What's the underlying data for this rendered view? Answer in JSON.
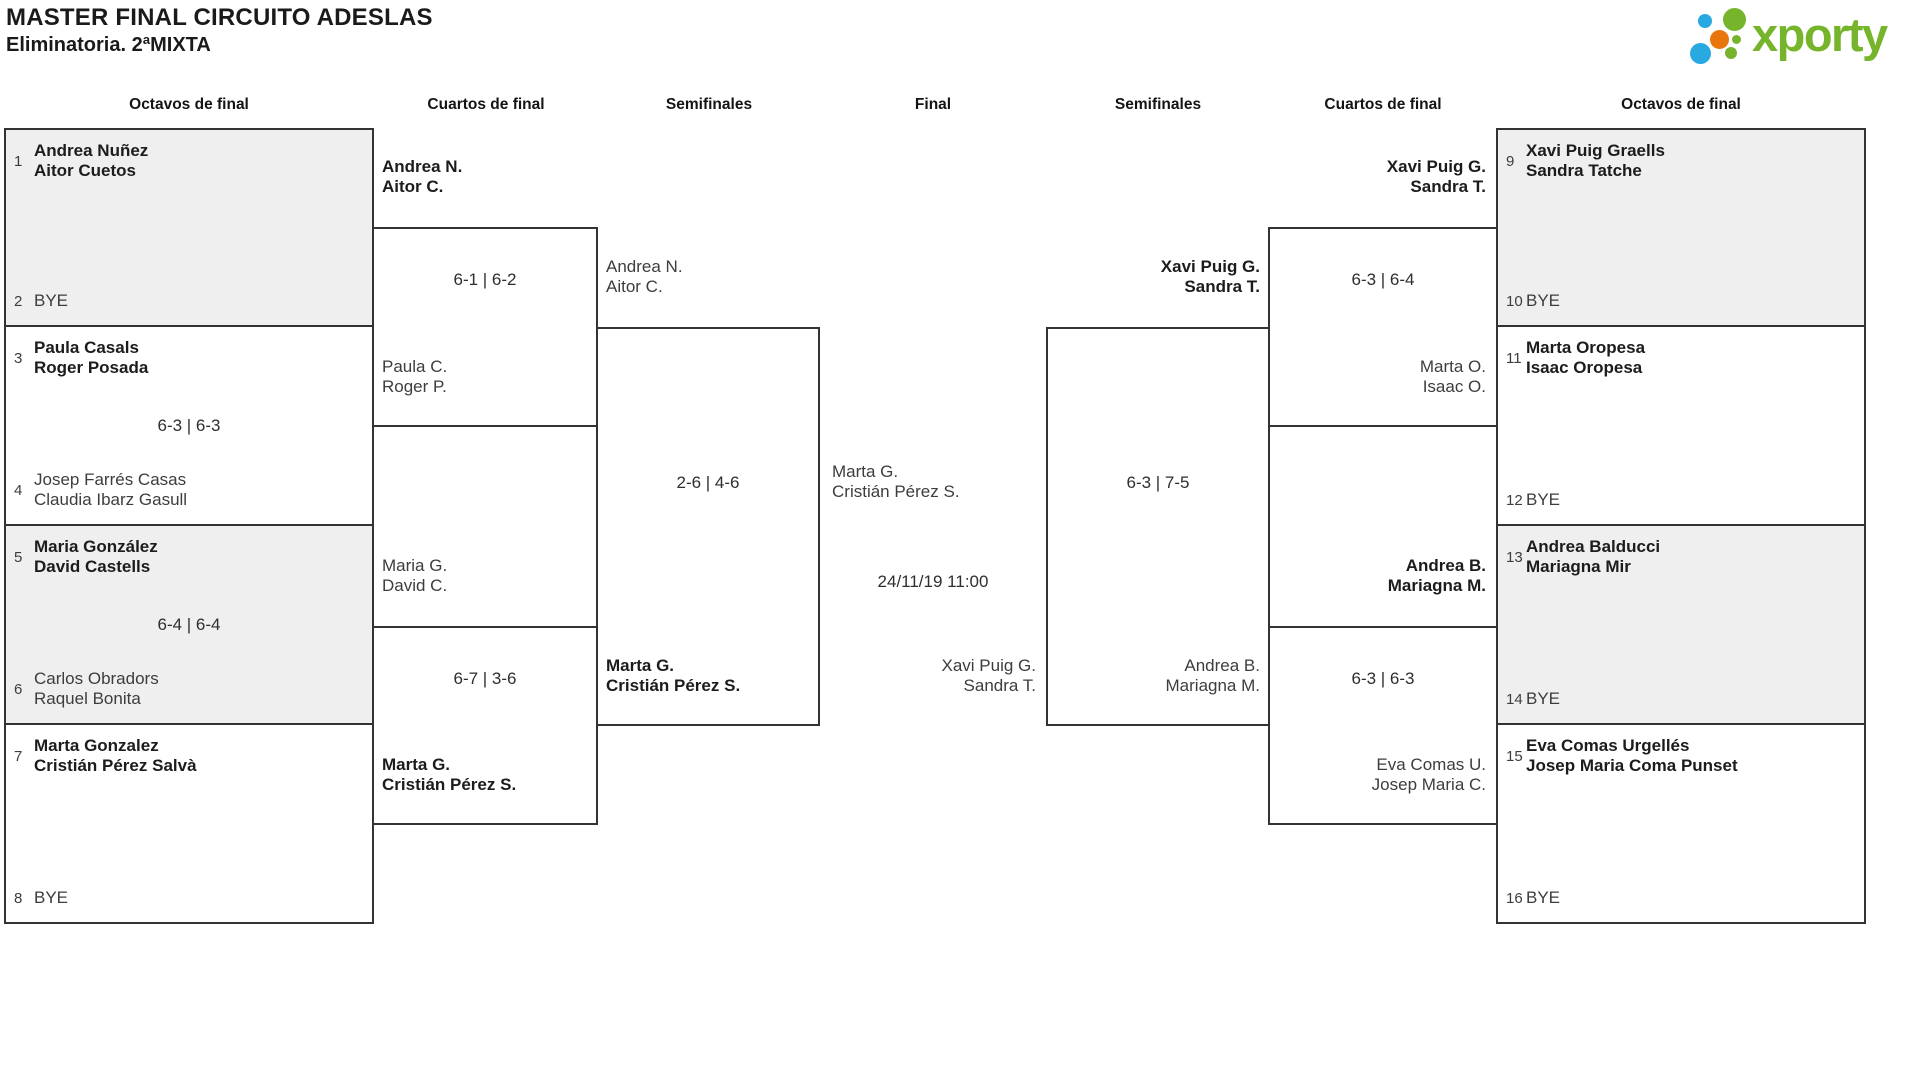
{
  "page": {
    "title": "MASTER FINAL CIRCUITO ADESLAS",
    "subtitle": "Eliminatoria. 2ªMIXTA"
  },
  "logo": {
    "text": "xporty"
  },
  "colors": {
    "accent_green": "#76b52b",
    "accent_blue": "#29a9e2",
    "accent_orange": "#e8760d",
    "box_gray": "#efefef",
    "border": "#333333"
  },
  "round_headers": {
    "octavos_left": "Octavos de final",
    "cuartos_left": "Cuartos de final",
    "semis_left": "Semifinales",
    "final": "Final",
    "semis_right": "Semifinales",
    "cuartos_right": "Cuartos de final",
    "octavos_right": "Octavos de final"
  },
  "octavos_left": [
    {
      "score": "",
      "top": {
        "seed": "1",
        "name1": "Andrea Nuñez",
        "name2": "Aitor Cuetos"
      },
      "bottom": {
        "seed": "2",
        "name1": "BYE",
        "name2": ""
      }
    },
    {
      "score": "6-3 | 6-3",
      "top": {
        "seed": "3",
        "name1": "Paula Casals",
        "name2": "Roger Posada"
      },
      "bottom": {
        "seed": "4",
        "name1": "Josep Farrés Casas",
        "name2": "Claudia Ibarz Gasull"
      }
    },
    {
      "score": "6-4 | 6-4",
      "top": {
        "seed": "5",
        "name1": "Maria González",
        "name2": "David Castells"
      },
      "bottom": {
        "seed": "6",
        "name1": "Carlos Obradors",
        "name2": "Raquel Bonita"
      }
    },
    {
      "score": "",
      "top": {
        "seed": "7",
        "name1": "Marta Gonzalez",
        "name2": "Cristián Pérez Salvà"
      },
      "bottom": {
        "seed": "8",
        "name1": "BYE",
        "name2": ""
      }
    }
  ],
  "octavos_right": [
    {
      "score": "",
      "top": {
        "seed": "9",
        "name1": "Xavi Puig Graells",
        "name2": "Sandra Tatche"
      },
      "bottom": {
        "seed": "10",
        "name1": "BYE",
        "name2": ""
      }
    },
    {
      "score": "",
      "top": {
        "seed": "11",
        "name1": "Marta Oropesa",
        "name2": "Isaac Oropesa"
      },
      "bottom": {
        "seed": "12",
        "name1": "BYE",
        "name2": ""
      }
    },
    {
      "score": "",
      "top": {
        "seed": "13",
        "name1": "Andrea Balducci",
        "name2": "Mariagna Mir"
      },
      "bottom": {
        "seed": "14",
        "name1": "BYE",
        "name2": ""
      }
    },
    {
      "score": "",
      "top": {
        "seed": "15",
        "name1": "Eva Comas Urgellés",
        "name2": "Josep Maria Coma Punset"
      },
      "bottom": {
        "seed": "16",
        "name1": "BYE",
        "name2": ""
      }
    }
  ],
  "cuartos_left": [
    {
      "score": "6-1 | 6-2",
      "top": {
        "name1": "Andrea N.",
        "name2": "Aitor C."
      },
      "bottom": {
        "name1": "Paula C.",
        "name2": "Roger P."
      }
    },
    {
      "score": "6-7 | 3-6",
      "top": {
        "name1": "Maria G.",
        "name2": "David C."
      },
      "bottom": {
        "name1": "Marta G.",
        "name2": "Cristián Pérez S."
      }
    }
  ],
  "cuartos_right": [
    {
      "score": "6-3 | 6-4",
      "top": {
        "name1": "Xavi Puig G.",
        "name2": "Sandra T."
      },
      "bottom": {
        "name1": "Marta O.",
        "name2": "Isaac O."
      }
    },
    {
      "score": "6-3 | 6-3",
      "top": {
        "name1": "Andrea B.",
        "name2": "Mariagna M."
      },
      "bottom": {
        "name1": "Eva Comas U.",
        "name2": "Josep Maria C."
      }
    }
  ],
  "semifinal_left": {
    "score": "2-6 | 4-6",
    "top": {
      "name1": "Andrea N.",
      "name2": "Aitor C."
    },
    "bottom": {
      "name1": "Marta G.",
      "name2": "Cristián Pérez S."
    }
  },
  "semifinal_right": {
    "score": "6-3 | 7-5",
    "top": {
      "name1": "Xavi Puig G.",
      "name2": "Sandra T."
    },
    "bottom": {
      "name1": "Andrea B.",
      "name2": "Mariagna M."
    }
  },
  "final": {
    "datetime": "24/11/19 11:00",
    "top": {
      "name1": "Marta G.",
      "name2": "Cristián Pérez S."
    },
    "bottom": {
      "name1": "Xavi Puig G.",
      "name2": "Sandra T."
    }
  }
}
